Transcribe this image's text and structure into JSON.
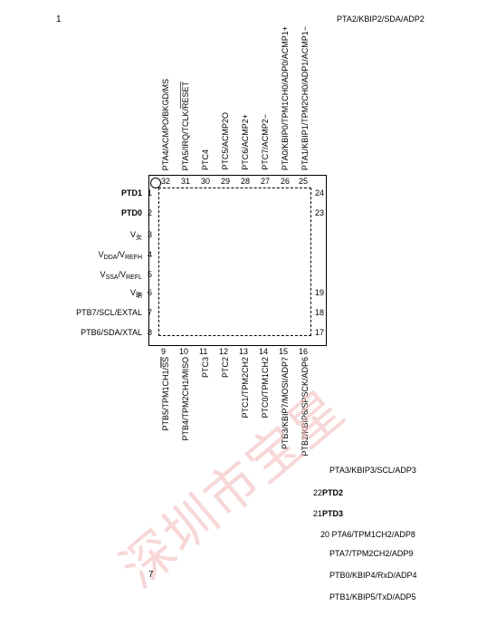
{
  "page_number_top": "1",
  "top_right_label": "PTA2/KBIP2/SDA/ADP2",
  "top_pins": [
    {
      "name": "PTA4/ACMPO/BKGD/MS",
      "num": "32"
    },
    {
      "name_pre": "PTA5/IRQ/TCLK/",
      "name_over": "RESET",
      "num": "31"
    },
    {
      "name": "PTC4",
      "num": "30"
    },
    {
      "name": "PTC5/ACMP2O",
      "num": "29"
    },
    {
      "name": "PTC6/ACMP2+",
      "num": "28"
    },
    {
      "name": "PTC7/ACMP2−",
      "num": "27"
    },
    {
      "name": "PTA0/KBIP0/TPM1CH0/ADP0/ACMP1+",
      "num": "26"
    },
    {
      "name": "PTA1/KBIP1/TPM2CH0/ADP1/ACMP1−",
      "num": "25"
    }
  ],
  "left_pins": [
    {
      "name": "PTD1",
      "num": "1"
    },
    {
      "name": "PTD0",
      "num": "2"
    },
    {
      "name_base": "V",
      "name_sub": "女",
      "num": "3"
    },
    {
      "name_base": "V",
      "name_sub": "DDA",
      "name_mid": "/V",
      "name_sub2": "REFH",
      "num": "4"
    },
    {
      "name_base": "V",
      "name_sub": "SSA",
      "name_mid": "/V",
      "name_sub2": "REFL",
      "num": "5"
    },
    {
      "name_base": "V",
      "name_sub": "聃",
      "num": "6"
    },
    {
      "name": "PTB7/SCL/EXTAL",
      "num": "7"
    },
    {
      "name": "PTB6/SDA/XTAL",
      "num": "8"
    }
  ],
  "right_pin_numbers": [
    "24",
    "23",
    "19",
    "18",
    "17"
  ],
  "bottom_pins": [
    {
      "name_pre": "PTB5/TPM1CH1/",
      "name_over": "SS",
      "num": "9"
    },
    {
      "name": "PTB4/TPM2CH1/MISO",
      "num": "10"
    },
    {
      "name": "PTC3",
      "num": "11"
    },
    {
      "name": "PTC2",
      "num": "12"
    },
    {
      "name": "PTC1/TPM2CH2",
      "num": "13"
    },
    {
      "name": "PTC0/TPM1CH2",
      "num": "14"
    },
    {
      "name": "PTB3/KBIP7/MOSI/ADP7",
      "num": "15"
    },
    {
      "name": "PTB2/KBIP6/SPSCK/ADP6",
      "num": "16"
    }
  ],
  "bottom_right_list": [
    {
      "text": "PTA3/KBIP3/SCL/ADP3"
    },
    {
      "num": "22",
      "text": "PTD2"
    },
    {
      "num": "21",
      "text": "PTD3"
    },
    {
      "text": "20 PTA6/TPM1CH2/ADP8"
    },
    {
      "text": "PTA7/TPM2CH2/ADP9"
    },
    {
      "text": "PTB0/KBIP4/RxD/ADP4"
    },
    {
      "text": "PTB1/KBIP5/TxD/ADP5"
    }
  ],
  "left_bottom_number": "7",
  "watermark": "深圳市宝星"
}
